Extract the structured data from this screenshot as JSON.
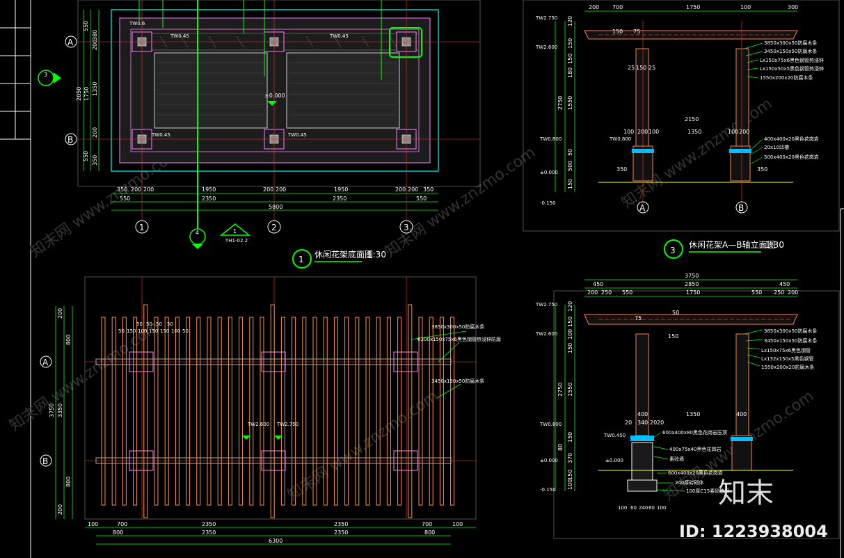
{
  "titles": {
    "plan": {
      "num": "1",
      "text": "休闲花架底面图",
      "scale": "1:30"
    },
    "elev3": {
      "num": "3",
      "text": "休闲花架A—B轴立面图",
      "scale": "1:30"
    }
  },
  "axes": {
    "A": "A",
    "B": "B",
    "n1": "1",
    "n2": "2",
    "n3": "3"
  },
  "plan": {
    "top_dims": [
      "350",
      "200",
      "200",
      "1950",
      "200",
      "200",
      "1950",
      "200",
      "200",
      "350"
    ],
    "mid_dims": [
      "550",
      "2350",
      "2350",
      "550"
    ],
    "total": "5800",
    "left_dims": [
      "550",
      "200",
      "2050",
      "1750",
      "1350",
      "200",
      "550"
    ],
    "left_small": [
      "380",
      "200",
      "350"
    ],
    "elev_tags": [
      "TW0.6",
      "TW0.45",
      "TW0.45"
    ],
    "level": "±0.000",
    "tag_3": "3",
    "tag_4": "4",
    "tag_1": "1",
    "tag_sub": "YH1-02.2"
  },
  "bottom": {
    "left_dims": [
      "200",
      "800",
      "3750",
      "3350",
      "800",
      "200"
    ],
    "top_dims": [
      "50",
      "50",
      "50",
      "50",
      "50",
      "50",
      "150",
      "100",
      "150",
      "150",
      "100"
    ],
    "notes": [
      "3850x300x50防腐木条",
      "6300x150x75x6黑色钢管热浸锌防腐",
      "3450x150x50防腐木条"
    ],
    "tags": [
      "TW2.600",
      "TW2.750"
    ],
    "bot_dims": [
      "100",
      "700",
      "2350",
      "2350",
      "700",
      "100"
    ],
    "bot_dims2": [
      "800",
      "2350",
      "2350",
      "800"
    ],
    "total": "6300"
  },
  "e1": {
    "top_dims": [
      "200",
      "700",
      "1750",
      "100",
      "300"
    ],
    "tags": [
      "TW2.750",
      "TW2.600",
      "TW0.800",
      "TW0.800"
    ],
    "left_dims": [
      "120",
      "150",
      "150",
      "180",
      "2750",
      "1550",
      "50",
      "500",
      "150"
    ],
    "inner": [
      "150",
      "75",
      "25",
      "150",
      "25",
      "2150",
      "100",
      "200",
      "100",
      "1350",
      "100",
      "200",
      "350",
      "350"
    ],
    "notes": [
      "3850x300x50防腐木条",
      "3450x150x50防腐木条",
      "Lx150x75x6黑色钢管热浸锌",
      "Lx150x50x5黑色钢管热浸锌",
      "1550x200x20防腐木条",
      "400x400x20黑色花岗岩",
      "20x10凹槽",
      "500x400x20黑色花岗岩"
    ],
    "lvl": [
      "±0.000",
      "-0.150"
    ]
  },
  "e2": {
    "top_dims": [
      "3750",
      "450",
      "2850",
      "450",
      "200",
      "250",
      "550",
      "1750",
      "550",
      "250",
      "200"
    ],
    "tags": [
      "TW2.750",
      "TW2.600",
      "TW0.800",
      "TW0.450"
    ],
    "left_dims": [
      "120",
      "150",
      "100",
      "150",
      "2750",
      "1550",
      "150",
      "80",
      "370",
      "150",
      "100"
    ],
    "inner": [
      "75",
      "50",
      "150",
      "400",
      "400",
      "1350",
      "20",
      "340",
      "20",
      "20",
      "100",
      "60",
      "240",
      "60",
      "100"
    ],
    "notes": [
      "3850x300x50防腐木条",
      "3450x150x50防腐木条",
      "Lx150x75x6黑色钢管",
      "Lx132x150x5黑色钢管",
      "1550x200x20防腐木条",
      "600x400x80黑色花岗岩压顶",
      "400x75x40黑色花岗岩",
      "素砼墙",
      "600x400x20黑色花岗岩",
      "240厚砖砌体",
      "100厚C15素砼垫层"
    ],
    "lvl": [
      "±0.000",
      "-0.150"
    ]
  },
  "watermark": {
    "brand": "知末",
    "id": "ID: 1223938004",
    "text": "知末网 www.znzmo.com"
  }
}
